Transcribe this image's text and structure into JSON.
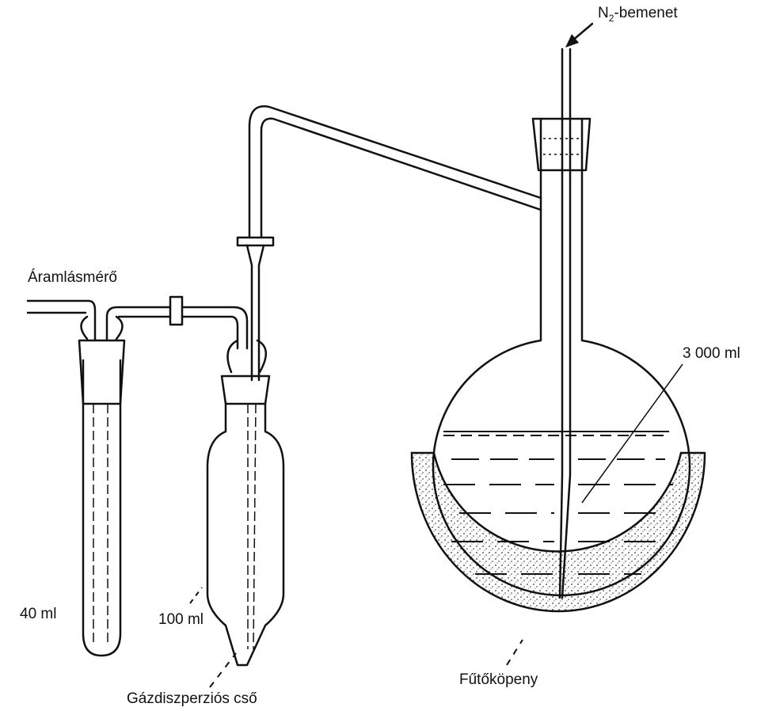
{
  "labels": {
    "n2_inlet_main": "N",
    "n2_inlet_sub": "2",
    "n2_inlet_rest": "-bemenet",
    "flowmeter": "Áramlásmérő",
    "flask_volume": "3 000 ml",
    "tube_volume": "40 ml",
    "bottle_volume": "100 ml",
    "dispersion_tube": "Gázdiszperziós cső",
    "heating_mantle": "Fűtőköpeny"
  }
}
